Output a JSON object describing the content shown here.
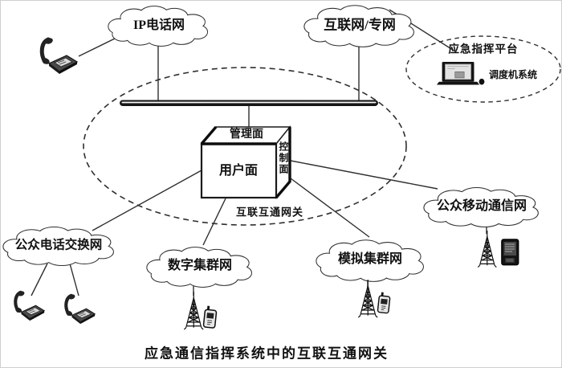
{
  "meta": {
    "caption": "应急通信指挥系统中的互联互通网关",
    "type": "network-topology-diagram"
  },
  "colors": {
    "background": "#ffffff",
    "line": "#2f2f2f",
    "text": "#111111",
    "bus_bar": "#161616"
  },
  "clouds": [
    {
      "id": "ip-phone-network",
      "label": "IP电话网"
    },
    {
      "id": "internet-private-network",
      "label": "互联网/专网"
    },
    {
      "id": "public-telephone-switching-network",
      "label": "公众电话交换网"
    },
    {
      "id": "digital-trunking-network",
      "label": "数字集群网"
    },
    {
      "id": "analog-trunking-network",
      "label": "模拟集群网"
    },
    {
      "id": "public-mobile-communication-network",
      "label": "公众移动通信网"
    }
  ],
  "gateway_cube": {
    "top_face": "管理面",
    "front_face": "用户面",
    "right_face": "控制面",
    "label": "互联互通网关"
  },
  "platform": {
    "title": "应急指挥平台",
    "subsystem": "调度机系统"
  },
  "icons": {
    "desk_phone": "desk-phone-icon",
    "antenna_tower": "antenna-tower-icon",
    "handheld_radio": "handheld-radio-icon",
    "mobile_phone": "mobile-phone-icon",
    "dispatcher_console": "dispatcher-console-icon"
  }
}
